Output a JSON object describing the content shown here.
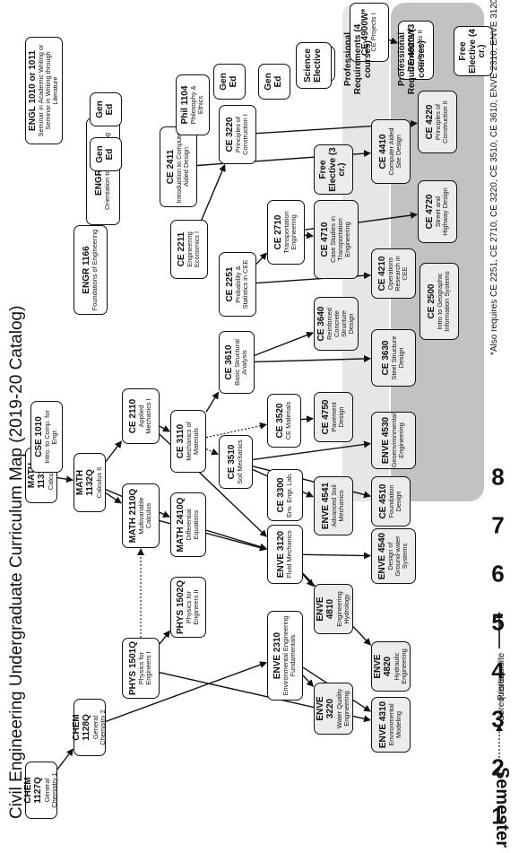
{
  "title": "Civil Engineering Undergraduate Curriculum Map (2019-20 Catalog)",
  "semester_label": "Semester",
  "semesters": [
    "1",
    "2",
    "3",
    "4",
    "5",
    "6",
    "7",
    "8"
  ],
  "courses": [
    {
      "id": "chem1127",
      "code": "CHEM 1127Q",
      "name": "General Chemistry 1"
    },
    {
      "id": "chem1128",
      "code": "CHEM 1128Q",
      "name": "General Chemistry 2"
    },
    {
      "id": "phys1501",
      "code": "PHYS 1501Q",
      "name": "Physics for Engineers I"
    },
    {
      "id": "phys1502",
      "code": "PHYS 1502Q",
      "name": "Physics for Engineers II"
    },
    {
      "id": "enve2310",
      "code": "ENVE 2310",
      "name": "Environmental Engineering Fundamentals"
    },
    {
      "id": "enve3220",
      "code": "ENVE 3220",
      "name": "Water Quality Engineering"
    },
    {
      "id": "enve4310",
      "code": "ENVE 4310",
      "name": "Environmental Modeling"
    },
    {
      "id": "math1131",
      "code": "MATH 1131Q",
      "name": "Calculus I"
    },
    {
      "id": "math1132",
      "code": "MATH 1132Q",
      "name": "Calculus II"
    },
    {
      "id": "math2110",
      "code": "MATH 2110Q",
      "name": "Multivariable Calculus"
    },
    {
      "id": "math2410",
      "code": "MATH 2410Q",
      "name": "Differential Equations"
    },
    {
      "id": "enve3120",
      "code": "ENVE 3120",
      "name": "Fluid Mechanics"
    },
    {
      "id": "enve4810",
      "code": "ENVE 4810",
      "name": "Engineering Hydrology"
    },
    {
      "id": "enve4820",
      "code": "ENVE 4820",
      "name": "Hydraulic Engineering"
    },
    {
      "id": "cse1010",
      "code": "CSE 1010",
      "name": "Intro. to Comp. for Engr."
    },
    {
      "id": "ce2110",
      "code": "CE 2110",
      "name": "Applied Mechanics I"
    },
    {
      "id": "ce3110",
      "code": "CE 3110",
      "name": "Mechanics of Materials"
    },
    {
      "id": "ce3300",
      "code": "CE 3300",
      "name": "Env. Engr. Lab."
    },
    {
      "id": "ce3510",
      "code": "CE 3510",
      "name": "Soil Mechanics"
    },
    {
      "id": "enve4541",
      "code": "ENVE 4541",
      "name": "Advanced Soil Mechanics"
    },
    {
      "id": "ce4510",
      "code": "CE 4510",
      "name": "Foundation Design"
    },
    {
      "id": "enve4540",
      "code": "ENVE 4540",
      "name": "Design of Ground-water Systems"
    },
    {
      "id": "ce3520",
      "code": "CE 3520",
      "name": "CE Materials"
    },
    {
      "id": "ce4750",
      "code": "CE 4750",
      "name": "Pavement Design"
    },
    {
      "id": "enve4530",
      "code": "ENVE 4530",
      "name": "Geoenvironmental Engineering"
    },
    {
      "id": "ce3610",
      "code": "CE 3610",
      "name": "Basic Structural Analysis"
    },
    {
      "id": "ce3640",
      "code": "CE 3640",
      "name": "Reinforced Concrete Structure Design"
    },
    {
      "id": "ce3630",
      "code": "CE 3630",
      "name": "Steel Structure Design"
    },
    {
      "id": "engr1166",
      "code": "ENGR 1166",
      "name": "Foundations of Engineering"
    },
    {
      "id": "ce2251",
      "code": "CE 2251",
      "name": "Probability & Statistics in CEE"
    },
    {
      "id": "ce2211",
      "code": "CE 2211",
      "name": "Engineering Economics I"
    },
    {
      "id": "ce4210",
      "code": "CE 4210",
      "name": "Operations Research in CEE"
    },
    {
      "id": "ce2500",
      "code": "CE 2500",
      "name": "Intro to Geographic Information Systems"
    },
    {
      "id": "engr1000",
      "code": "ENGR 1000",
      "name": "Orientation to Engineering"
    },
    {
      "id": "ce2710",
      "code": "CE 2710",
      "name": "Transportation Engineering"
    },
    {
      "id": "ce4710",
      "code": "CE 4710",
      "name": "Case Studies in Transportation Engineering"
    },
    {
      "id": "ce4720",
      "code": "CE 4720",
      "name": "Street and Highway Design"
    },
    {
      "id": "ce2411",
      "code": "CE 2411",
      "name": "Introduction to Computer Aided Design"
    },
    {
      "id": "ce4410",
      "code": "CE 4410",
      "name": "Computer Aided Site Design"
    },
    {
      "id": "ce3220",
      "code": "CE 3220",
      "name": "Principles of Construction I"
    },
    {
      "id": "ce4220",
      "code": "CE 4220",
      "name": "Principles of Construction II"
    },
    {
      "id": "engl1010",
      "code": "ENGL 1010 or 1011",
      "name": "Seminar in Academic Writing or Seminar in Writing through Literature"
    },
    {
      "id": "gened1",
      "code": "Gen Ed",
      "name": ""
    },
    {
      "id": "gened2",
      "code": "Gen Ed",
      "name": ""
    },
    {
      "id": "phil1104",
      "code": "Phil 1104",
      "name": "Philosophy & Ethics"
    },
    {
      "id": "gened3",
      "code": "Gen Ed",
      "name": ""
    },
    {
      "id": "gened4",
      "code": "Gen Ed",
      "name": ""
    },
    {
      "id": "gened5",
      "code": "Gen Ed",
      "name": ""
    },
    {
      "id": "sciel",
      "code": "Science Elective",
      "name": ""
    },
    {
      "id": "free3",
      "code": "Free Elective (3 cr.)",
      "name": ""
    },
    {
      "id": "ce4900w",
      "code": "CE 4900W*",
      "name": "CE Projects I"
    },
    {
      "id": "ce4920w",
      "code": "CE 4920W",
      "name": "CE Projects II"
    },
    {
      "id": "free4",
      "code": "Free Elective (4 cr.)",
      "name": ""
    }
  ],
  "professional_7": "Professional Requirements (4 courses)",
  "professional_8": "Professional Requirements (3 courses)",
  "legend": {
    "corequisite": "Corequisite",
    "prerequisite": "Prerequisite"
  },
  "footnote": "*Also requires CE 2251, CE 2710, CE 3220, CE 3510, CE 3610, ENVE 2310, ENVE 3120",
  "colors": {
    "line": "#111111",
    "band_semester7": "#e6e6e6",
    "band_semester8": "#c2c2c2"
  }
}
